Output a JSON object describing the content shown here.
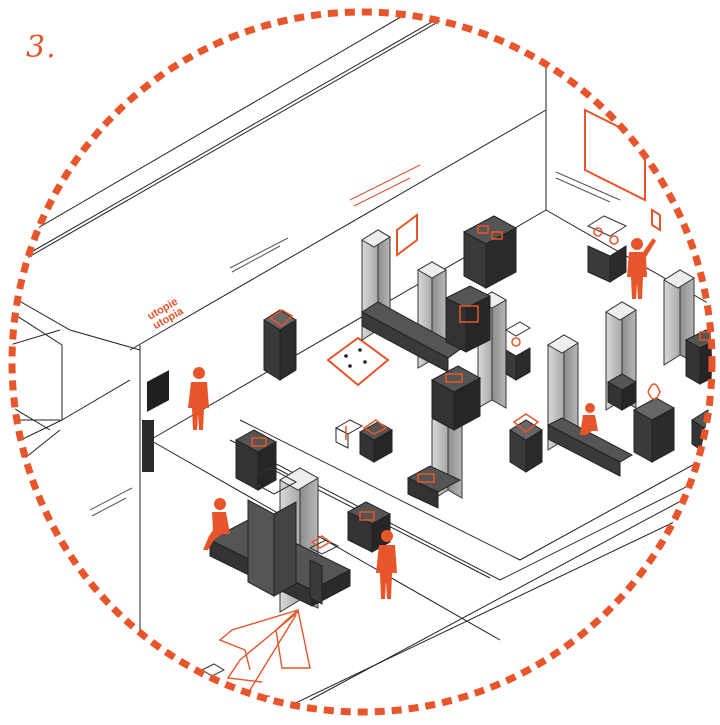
{
  "figure": {
    "step_number": "3.",
    "wall_logo": [
      "utopie",
      "utopia"
    ]
  },
  "colors": {
    "accent": "#e8552a",
    "line": "#222222",
    "case_dark": "#3a3a3a",
    "case_light": "#c9c9c9",
    "background": "#ffffff"
  },
  "icons": [
    "person-standing-icon",
    "person-seated-icon",
    "display-case-icon",
    "pillar-icon",
    "frame-icon"
  ]
}
